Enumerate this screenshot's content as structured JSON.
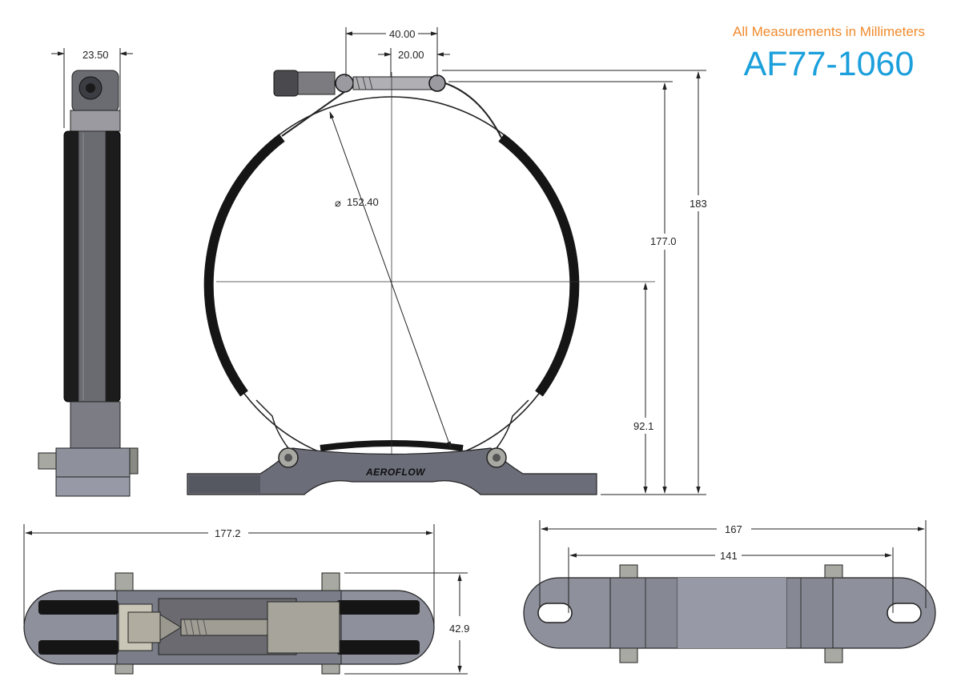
{
  "header": {
    "note": "All Measurements in Millimeters",
    "part_number": "AF77-1060"
  },
  "colors": {
    "note": "#f08a2c",
    "part_number": "#1ba0dc",
    "strap": "#151515",
    "metal_dark": "#5b5d66",
    "metal_light": "#8e909c",
    "steel": "#b8b6ac"
  },
  "logo_text": "AEROFLOW",
  "dimensions": {
    "side_width": "23.50",
    "bolt_offset_40": "40.00",
    "bolt_offset_20": "20.00",
    "diameter": "152.40",
    "diameter_symbol": "⌀",
    "overall_height": "183",
    "strap_height": "177.0",
    "center_height": "92.1",
    "top_length": "177.2",
    "top_depth": "42.9",
    "base_length": "167",
    "hole_spacing": "141"
  }
}
